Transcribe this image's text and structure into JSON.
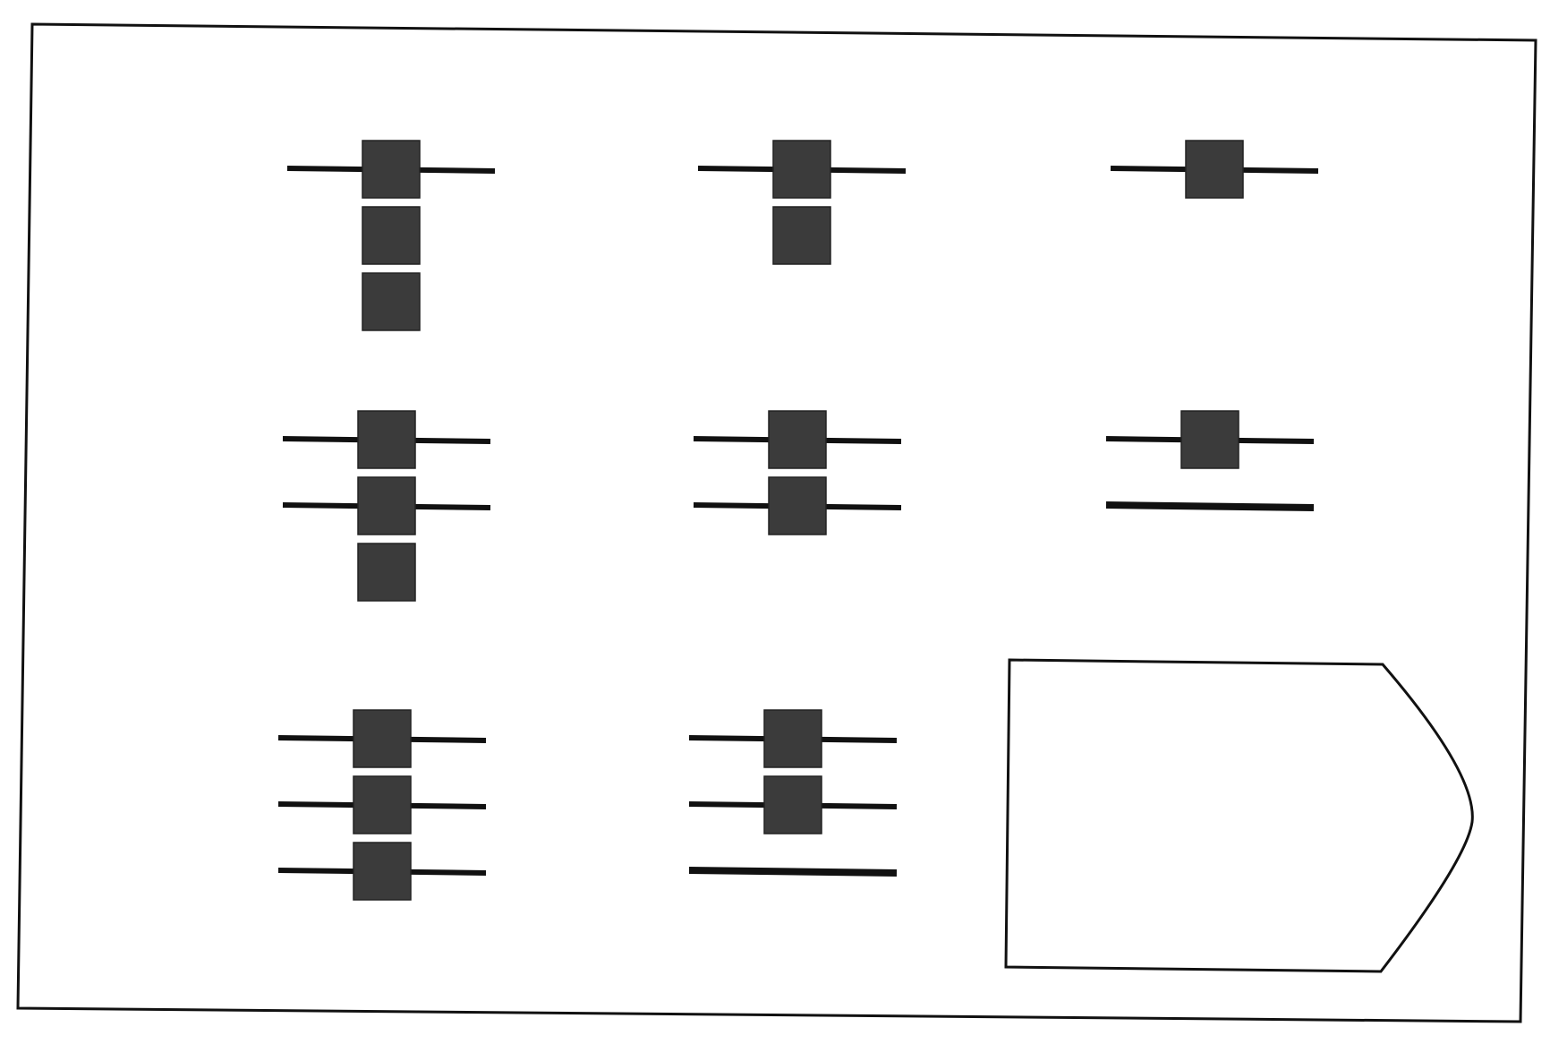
{
  "diagram": {
    "kind": "pattern matrix puzzle",
    "colors": {
      "ink": "#111111",
      "block": "#3b3b3b",
      "background": "#ffffff"
    },
    "cells": [
      {
        "row": 1,
        "col": 1,
        "rows": [
          "line-block",
          "block",
          "block"
        ]
      },
      {
        "row": 1,
        "col": 2,
        "rows": [
          "line-block",
          "block"
        ]
      },
      {
        "row": 1,
        "col": 3,
        "rows": [
          "line-block"
        ]
      },
      {
        "row": 2,
        "col": 1,
        "rows": [
          "line-block",
          "line-block",
          "block"
        ]
      },
      {
        "row": 2,
        "col": 2,
        "rows": [
          "line-block",
          "line-block"
        ]
      },
      {
        "row": 2,
        "col": 3,
        "rows": [
          "line-block",
          "line"
        ]
      },
      {
        "row": 3,
        "col": 1,
        "rows": [
          "line-block",
          "line-block",
          "line-block"
        ]
      },
      {
        "row": 3,
        "col": 2,
        "rows": [
          "line-block",
          "line-block",
          "line"
        ]
      },
      {
        "row": 3,
        "col": 3,
        "rows": [],
        "answer_slot": true
      }
    ]
  }
}
